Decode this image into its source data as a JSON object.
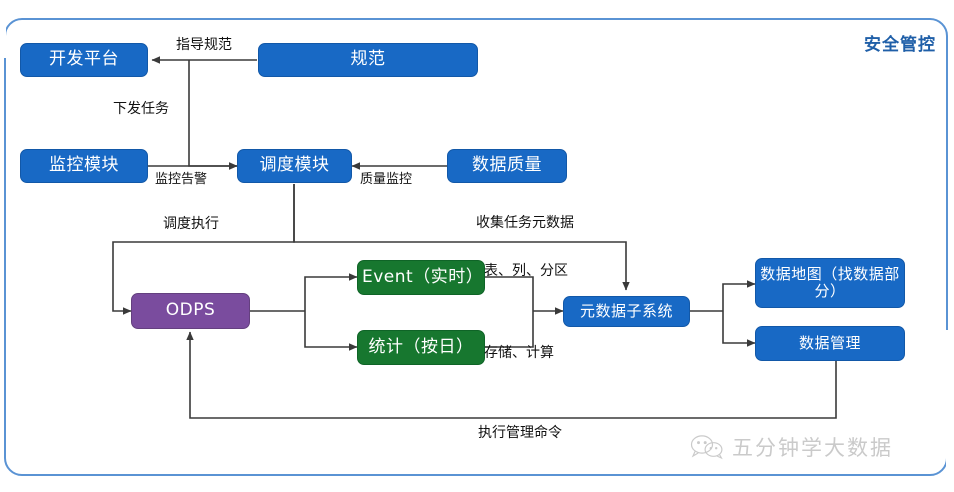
{
  "section": {
    "title": "安全管控",
    "title_color": "#1f5fa8",
    "frame_color": "#5a93d4"
  },
  "palette": {
    "blue": "#1869c5",
    "green": "#17772f",
    "purple": "#7a4c9e",
    "line": "#404040",
    "text_on_fill": "#ffffff",
    "label_text": "#111111"
  },
  "nodes": [
    {
      "id": "dev-platform",
      "label": "开发平台",
      "color": "blue"
    },
    {
      "id": "spec",
      "label": "规范",
      "color": "blue"
    },
    {
      "id": "monitor-module",
      "label": "监控模块",
      "color": "blue"
    },
    {
      "id": "schedule-module",
      "label": "调度模块",
      "color": "blue"
    },
    {
      "id": "data-quality",
      "label": "数据质量",
      "color": "blue"
    },
    {
      "id": "odps",
      "label": "ODPS",
      "color": "purple"
    },
    {
      "id": "event-realtime",
      "label": "Event（实时）",
      "color": "green"
    },
    {
      "id": "stats-daily",
      "label": "统计（按日）",
      "color": "green"
    },
    {
      "id": "meta-subsystem",
      "label": "元数据子系统",
      "color": "blue"
    },
    {
      "id": "data-map",
      "label": "数据地图（找数据部分）",
      "color": "blue"
    },
    {
      "id": "data-manage",
      "label": "数据管理",
      "color": "blue"
    }
  ],
  "edge_labels": [
    {
      "id": "guide-spec",
      "text": "指导规范"
    },
    {
      "id": "dispatch-task",
      "text": "下发任务"
    },
    {
      "id": "monitor-alarm",
      "text": "监控告警"
    },
    {
      "id": "quality-monitor",
      "text": "质量监控"
    },
    {
      "id": "schedule-exec",
      "text": "调度执行"
    },
    {
      "id": "collect-task-meta",
      "text": "收集任务元数据"
    },
    {
      "id": "table-col-part",
      "text": "表、列、分区"
    },
    {
      "id": "storage-compute",
      "text": "存储、计算"
    },
    {
      "id": "exec-manage-cmd",
      "text": "执行管理命令"
    }
  ],
  "watermark": {
    "text": "五分钟学大数据",
    "icon": "wechat-icon"
  }
}
